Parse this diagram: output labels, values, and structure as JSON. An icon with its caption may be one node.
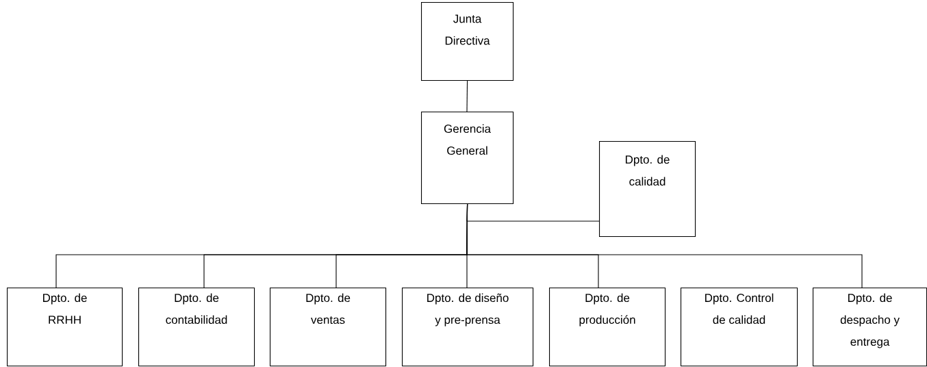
{
  "diagram": {
    "nodes": [
      {
        "text": [
          "Junta Directiva"
        ]
      },
      {
        "text": [
          "Gerencia General"
        ]
      },
      {
        "text": [
          "Dpto. de calidad"
        ]
      },
      {
        "text": [
          "Dpto. de RRHH"
        ]
      },
      {
        "text": [
          "Dpto. de contabilidad"
        ]
      },
      {
        "text": [
          "Dpto. de ventas"
        ]
      },
      {
        "text": [
          "Dpto. de diseño y pre-prensa"
        ]
      },
      {
        "text": [
          "Dpto. de producción"
        ]
      },
      {
        "text": [
          "Dpto. Control de calidad"
        ]
      },
      {
        "text": [
          "Dpto. de despacho y entrega"
        ]
      }
    ],
    "edges": [
      {
        "from": 0,
        "to": 1,
        "arrow": "none"
      },
      {
        "from": 1,
        "to": 2,
        "arrow": "none"
      },
      {
        "from": 1,
        "to": 3,
        "arrow": "none"
      },
      {
        "from": 1,
        "to": 4,
        "arrow": "none"
      },
      {
        "from": 1,
        "to": 5,
        "arrow": "none"
      },
      {
        "from": 1,
        "to": 6,
        "arrow": "none"
      },
      {
        "from": 1,
        "to": 7,
        "arrow": "none"
      },
      {
        "from": 1,
        "to": 9,
        "arrow": "none"
      }
    ]
  }
}
